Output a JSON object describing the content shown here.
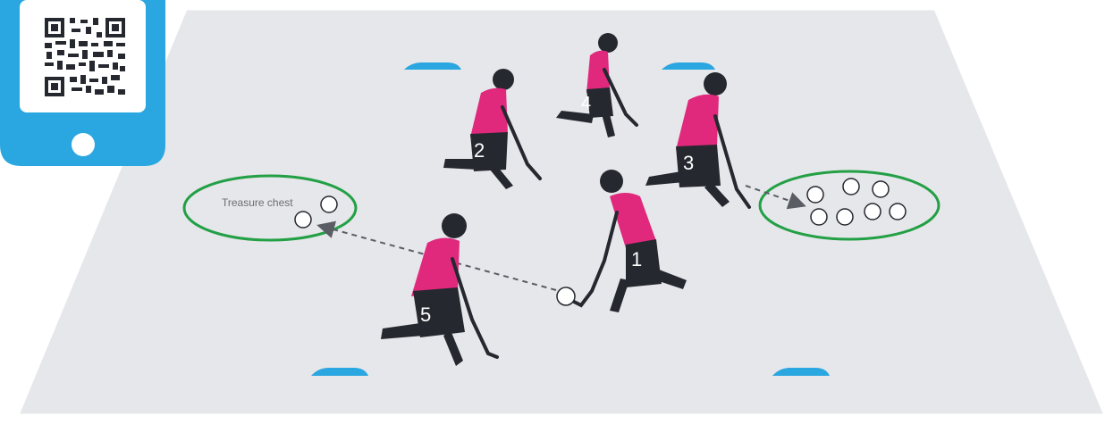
{
  "diagram": {
    "colors": {
      "field_fill": "#e6e7ea",
      "field_border": "#ffffff",
      "cone": "#2aa6e0",
      "ellipse": "#23a046",
      "jersey": "#e0287d",
      "body": "#25282f",
      "ball_stroke": "#25282f",
      "arrow": "#5a5d63",
      "phone": "#2aa6e0"
    },
    "treasure_label": "Treasure chest",
    "players": [
      {
        "number": "1",
        "role": "dribbler"
      },
      {
        "number": "2",
        "role": "defender"
      },
      {
        "number": "3",
        "role": "defender"
      },
      {
        "number": "4",
        "role": "defender"
      },
      {
        "number": "5",
        "role": "defender"
      }
    ],
    "icons": [
      "qr-code-icon",
      "phone-icon",
      "cone-icon",
      "ball-icon"
    ]
  }
}
